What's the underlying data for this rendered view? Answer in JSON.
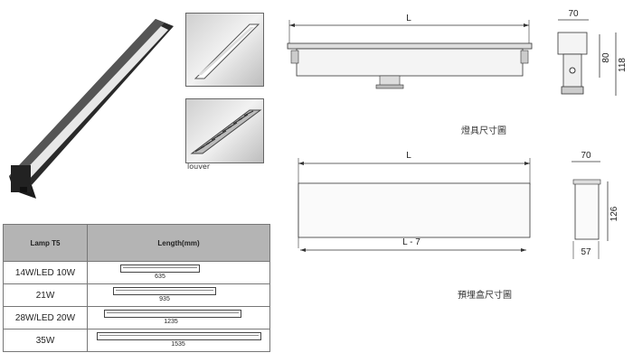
{
  "thumbnail_caption": "louver",
  "fixture_drawing": {
    "length_label": "L",
    "width_label": "70",
    "height_label": "80",
    "total_height_label": "118",
    "caption": "燈具尺寸圖"
  },
  "box_drawing": {
    "length_label": "L",
    "inner_length_label": "L - 7",
    "width_label": "70",
    "height_label": "126",
    "base_label": "57",
    "caption": "預埋盒尺寸圖"
  },
  "table": {
    "headers": [
      "Lamp T5",
      "Length(mm)"
    ],
    "rows": [
      {
        "lamp": "14W/LED 10W",
        "length": "635"
      },
      {
        "lamp": "21W",
        "length": "935"
      },
      {
        "lamp": "28W/LED 20W",
        "length": "1235"
      },
      {
        "lamp": "35W",
        "length": "1535"
      }
    ]
  }
}
